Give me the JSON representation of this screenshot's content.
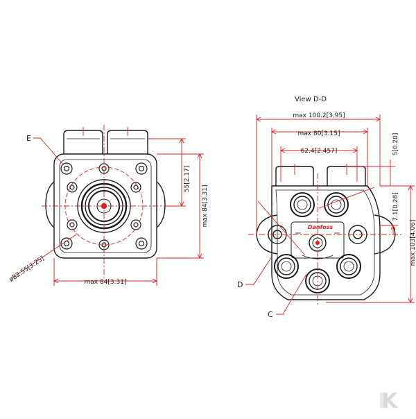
{
  "drawing": {
    "view_title": "View D-D",
    "left_view": {
      "callout_e": "E",
      "dim_height_55": "55[2.17]",
      "dim_height_max84": "max 84[3.31]",
      "dim_width_max84": "max 84[3.31]",
      "dim_diameter": "ø82.55[3.25]"
    },
    "right_view": {
      "dim_max100": "max 100.2[3.95]",
      "dim_max80": "max 80[3.15]",
      "dim_62": "62.4[2.457]",
      "dim_5": "5[0.20]",
      "dim_7": "7.1[0.28]",
      "dim_max103": "max 103[4.06]",
      "callout_d": "D",
      "callout_c": "C",
      "logo_text": "Danfoss"
    },
    "watermark": "K"
  },
  "colors": {
    "line": "#1a1a1a",
    "dimension": "#e0201e",
    "watermark": "#d9d9d9"
  }
}
